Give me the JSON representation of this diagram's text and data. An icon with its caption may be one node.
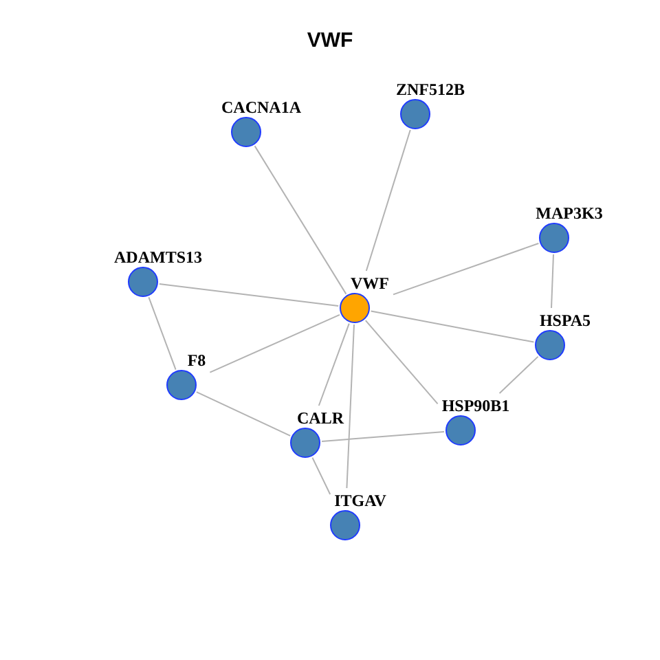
{
  "diagram": {
    "title": "VWF",
    "nodes": [
      {
        "text": [
          "ZNF512B"
        ]
      },
      {
        "text": [
          "CACNA1A"
        ]
      },
      {
        "text": [
          "MAP3K3"
        ]
      },
      {
        "text": [
          "ADAMTS13"
        ]
      },
      {
        "text": [
          "VWF"
        ]
      },
      {
        "text": [
          "HSPA5"
        ]
      },
      {
        "text": [
          "F8"
        ]
      },
      {
        "text": [
          "HSP90B1"
        ]
      },
      {
        "text": [
          "CALR"
        ]
      },
      {
        "text": [
          "ITGAV"
        ]
      }
    ],
    "edges": [
      {
        "from": 4,
        "to": 1,
        "arrow": "none"
      },
      {
        "from": 4,
        "to": 0,
        "arrow": "none"
      },
      {
        "from": 4,
        "to": 2,
        "arrow": "none"
      },
      {
        "from": 4,
        "to": 3,
        "arrow": "none"
      },
      {
        "from": 4,
        "to": 5,
        "arrow": "none"
      },
      {
        "from": 4,
        "to": 6,
        "arrow": "none"
      },
      {
        "from": 4,
        "to": 8,
        "arrow": "none"
      },
      {
        "from": 4,
        "to": 7,
        "arrow": "none"
      },
      {
        "from": 4,
        "to": 9,
        "arrow": "none"
      },
      {
        "from": 3,
        "to": 6,
        "arrow": "none"
      },
      {
        "from": 6,
        "to": 8,
        "arrow": "none"
      },
      {
        "from": 8,
        "to": 7,
        "arrow": "none"
      },
      {
        "from": 8,
        "to": 9,
        "arrow": "none"
      },
      {
        "from": 7,
        "to": 5,
        "arrow": "none"
      },
      {
        "from": 5,
        "to": 2,
        "arrow": "none"
      }
    ]
  }
}
